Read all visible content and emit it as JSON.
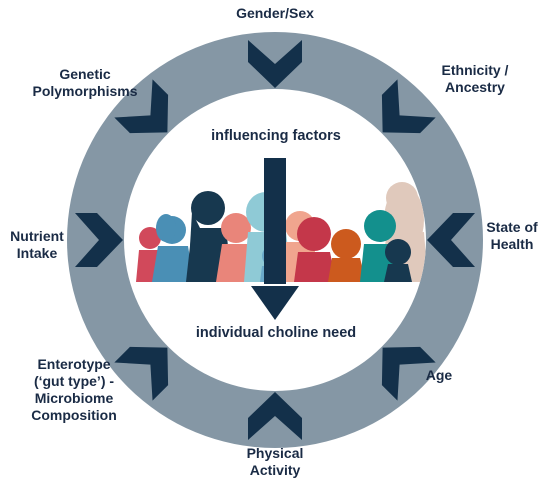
{
  "diagram": {
    "colors": {
      "ring": "#8597a5",
      "arrow": "#13304a",
      "text": "#1a2b45",
      "inner": "#ffffff",
      "silhouettes": [
        "#d1495b",
        "#4a8fb5",
        "#17384f",
        "#e9857a",
        "#8fcad6",
        "#f0a58e",
        "#6aa9c9",
        "#c4374a",
        "#cc5a1e",
        "#13908d",
        "#e0c9bc"
      ]
    },
    "center": {
      "top_label": "influencing factors",
      "bottom_label": "individual choline need",
      "image": "crowd-silhouettes"
    },
    "factors": {
      "gender": [
        "Gender/Sex"
      ],
      "genetic": [
        "Genetic",
        "Polymorphisms"
      ],
      "ethnicity": [
        "Ethnicity /",
        "Ancestry"
      ],
      "nutrient": [
        "Nutrient",
        "Intake"
      ],
      "health": [
        "State of",
        "Health"
      ],
      "enterotype": [
        "Enterotype",
        "(‘gut type’) -",
        "Microbiome",
        "Composition"
      ],
      "age": [
        "Age"
      ],
      "physical": [
        "Physical",
        "Activity"
      ]
    },
    "icons": {
      "chevron": "chevron-arrow-icon",
      "center_arrow": "down-arrow-icon"
    }
  }
}
